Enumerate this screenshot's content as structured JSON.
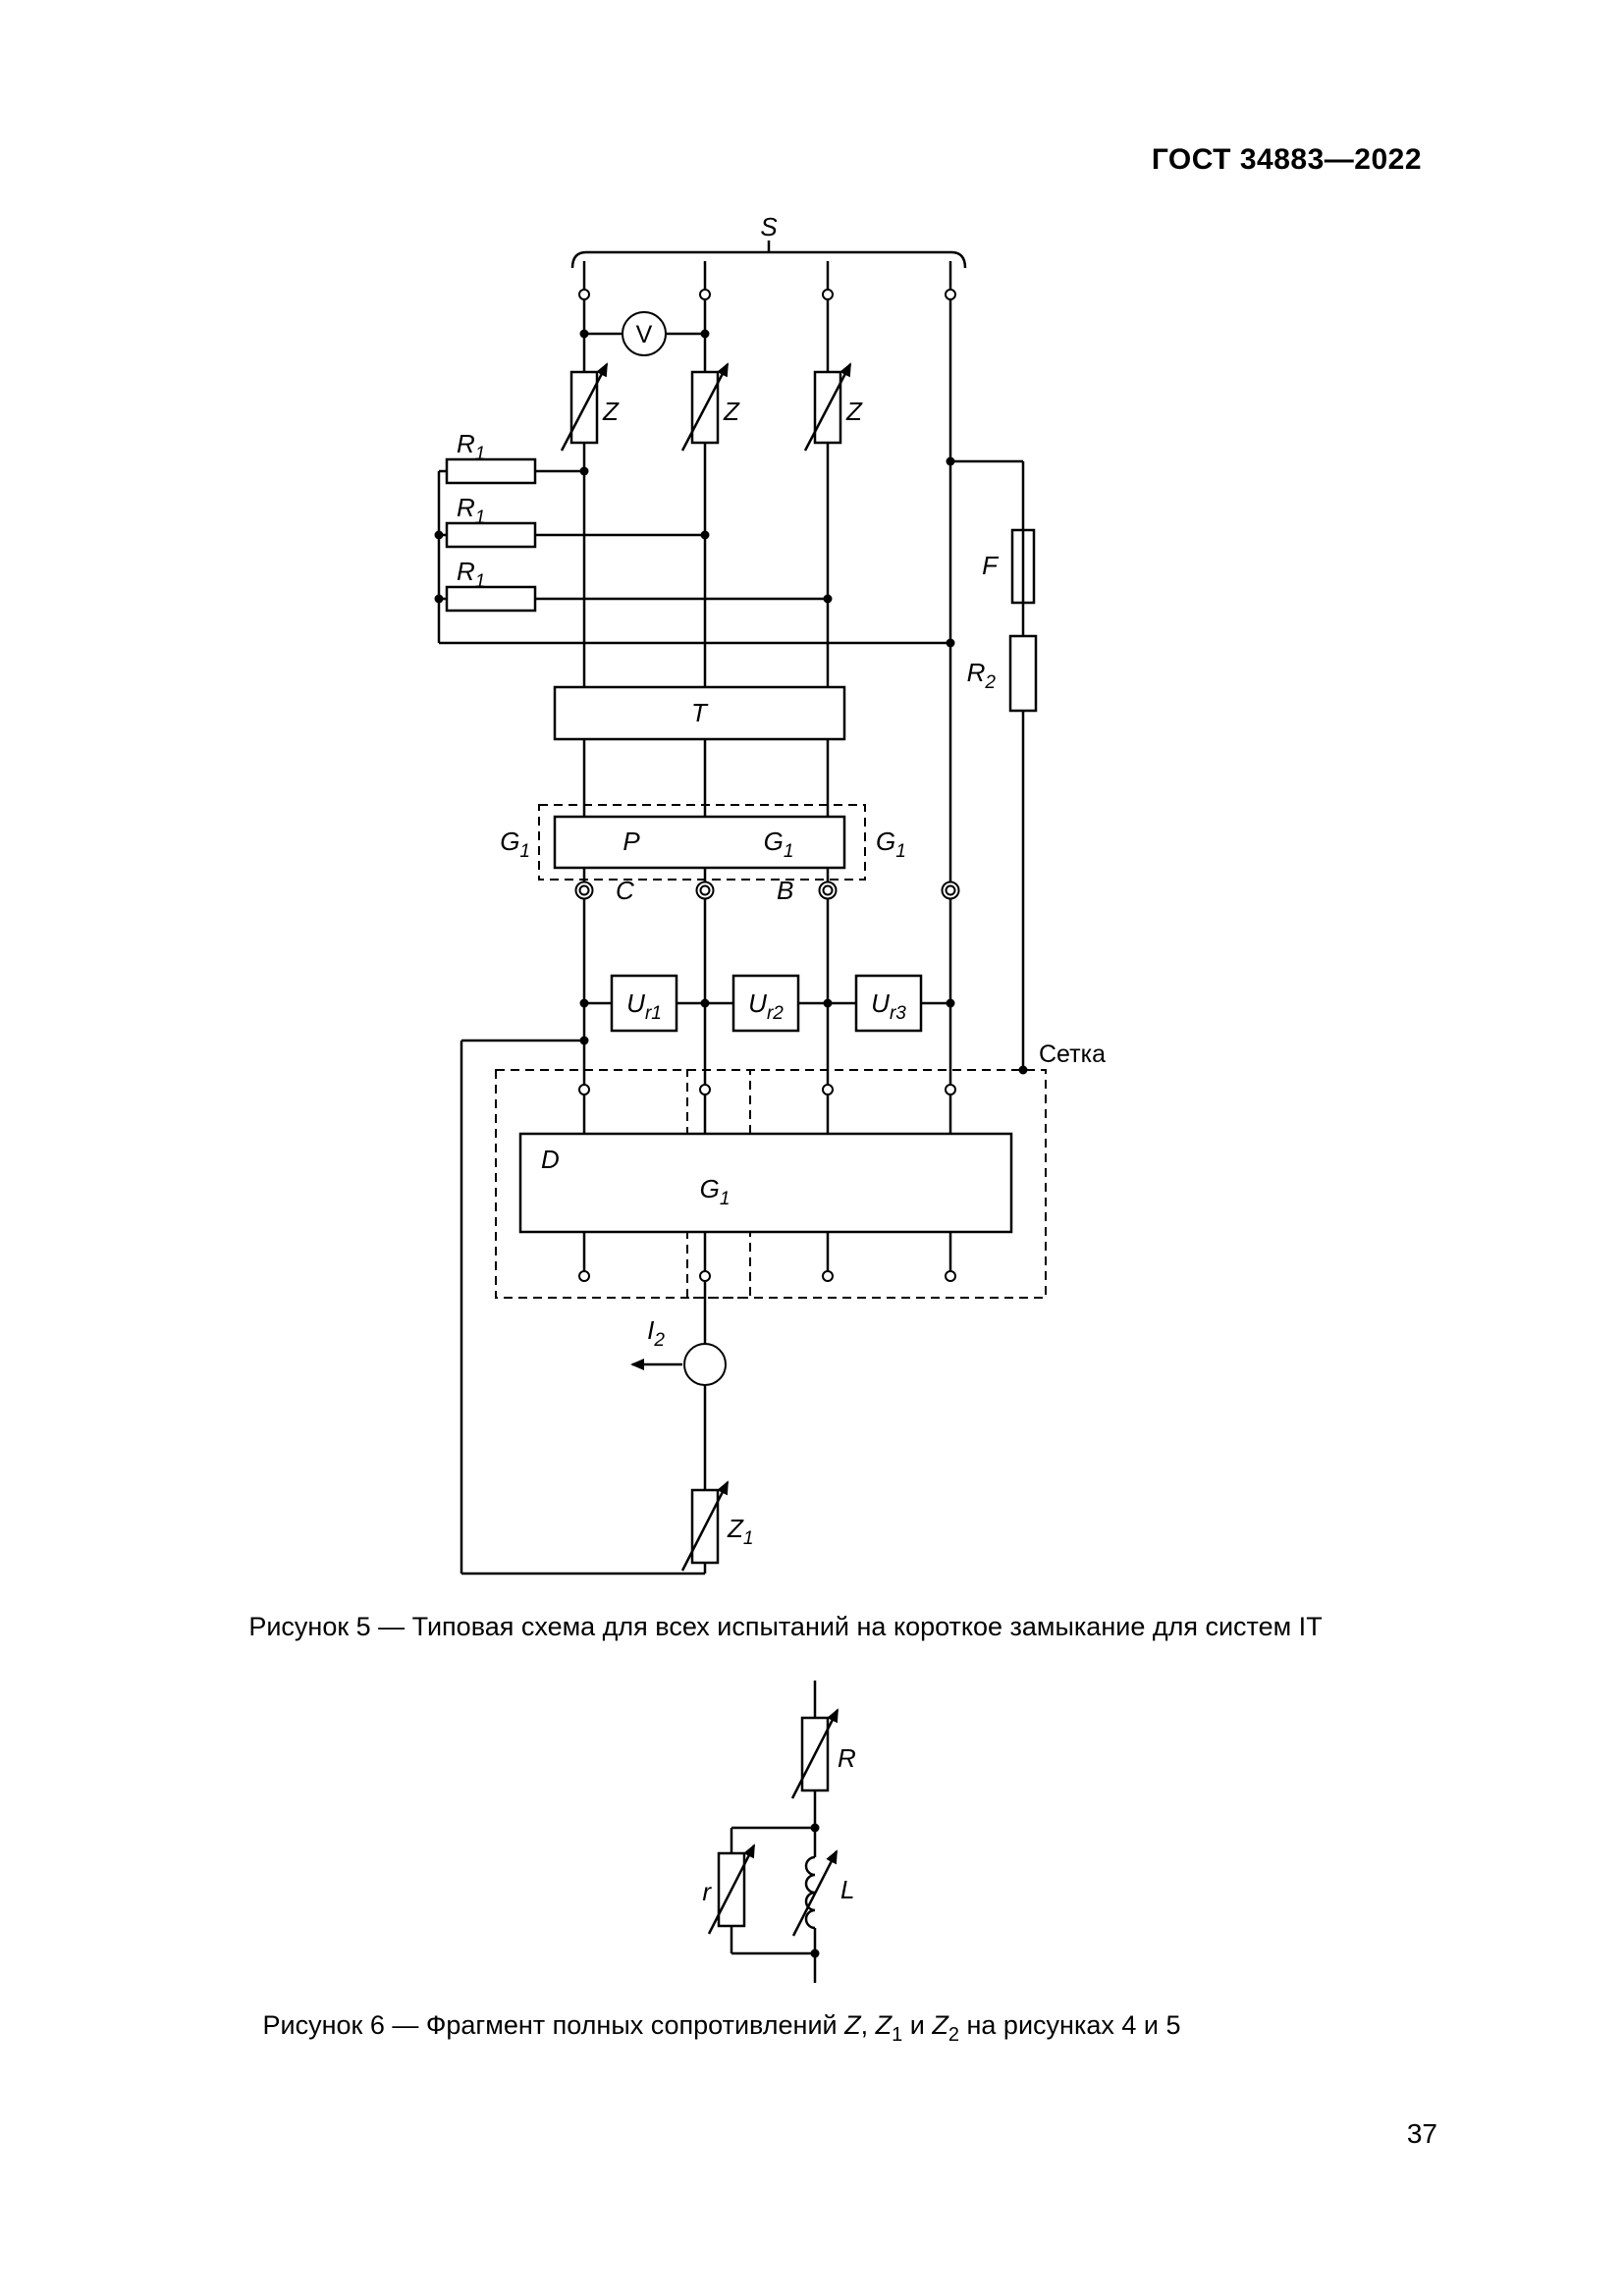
{
  "page": {
    "header": "ГОСТ 34883—2022",
    "page_number": "37"
  },
  "figure5": {
    "caption": "Рисунок 5 — Типовая схема для всех испытаний на короткое замыкание для систем IT",
    "labels": {
      "s": "S",
      "voltmeter": "V",
      "z": "Z",
      "r1": {
        "base": "R",
        "sub": "1"
      },
      "f": "F",
      "r2": {
        "base": "R",
        "sub": "2"
      },
      "t": "T",
      "g1": {
        "base": "G",
        "sub": "1"
      },
      "p": "P",
      "c": "C",
      "b": "B",
      "ur1": {
        "base": "U",
        "sub": "r1"
      },
      "ur2": {
        "base": "U",
        "sub": "r2"
      },
      "ur3": {
        "base": "U",
        "sub": "r3"
      },
      "grid": "Сетка",
      "d": "D",
      "i2": {
        "base": "I",
        "sub": "2"
      },
      "z1": {
        "base": "Z",
        "sub": "1"
      }
    }
  },
  "figure6": {
    "caption": [
      "Рисунок 6 — Фрагмент полных сопротивлений ",
      "Z",
      ", ",
      "Z",
      "1",
      " и ",
      "Z",
      "2",
      " на рисунках 4 и 5"
    ],
    "labels": {
      "r_series": "R",
      "r_parallel": "r",
      "l": "L"
    }
  }
}
